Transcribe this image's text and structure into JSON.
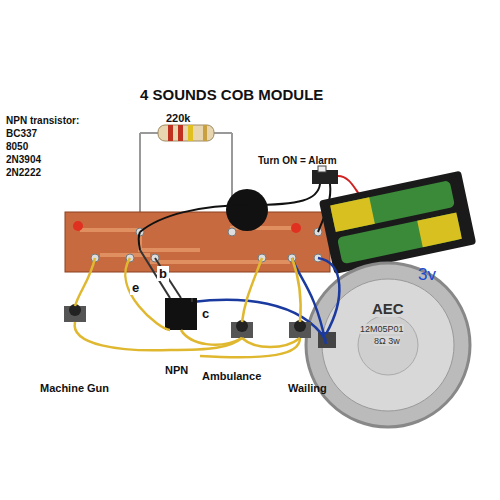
{
  "diagram": {
    "title": "4 SOUNDS COB MODULE",
    "labels": [
      "NPN transistor:",
      "BC337",
      "8050",
      "2N3904",
      "2N2222",
      "220k",
      "Turn ON = Alarm",
      "3v",
      "e",
      "b",
      "c",
      "NPN",
      "Machine Gun",
      "Ambulance",
      "Wailing",
      "AEC",
      "12M05P01",
      "8Ω 3w"
    ]
  }
}
